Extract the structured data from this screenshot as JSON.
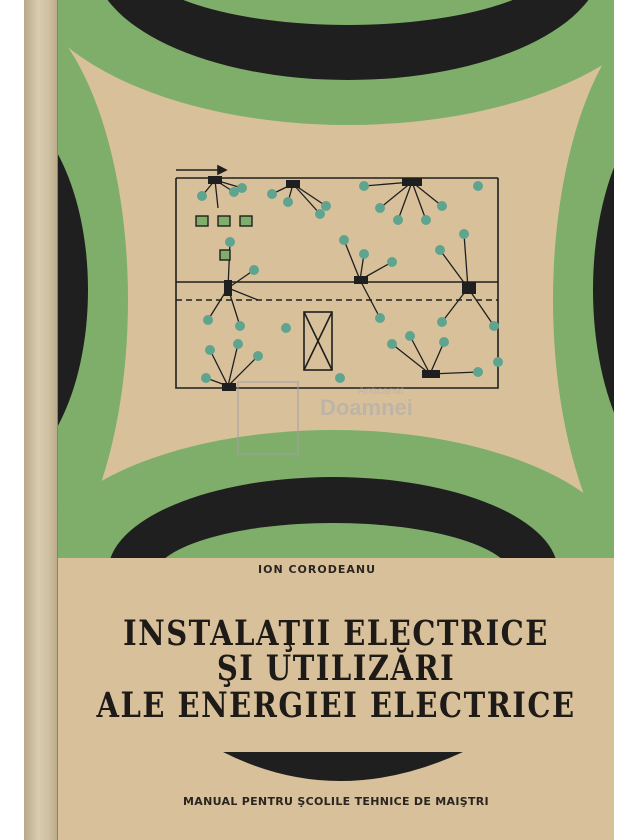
{
  "book": {
    "author": "ION CORODEANU",
    "title_line1": "INSTALAŢII ELECTRICE",
    "title_line2": "ŞI UTILIZĂRI",
    "title_line3": "ALE ENERGIEI ELECTRICE",
    "subtitle": "MANUAL PENTRU ŞCOLILE TEHNICE DE MAIŞTRI"
  },
  "watermark": {
    "small": "Anticariat",
    "name": "Doamnei"
  },
  "colors": {
    "green": "#7fae6a",
    "dark": "#1f1f1f",
    "paper": "#d8c19a",
    "node": "#5fa48f"
  },
  "illustration": {
    "subject": "electrical wiring circuit diagram"
  }
}
